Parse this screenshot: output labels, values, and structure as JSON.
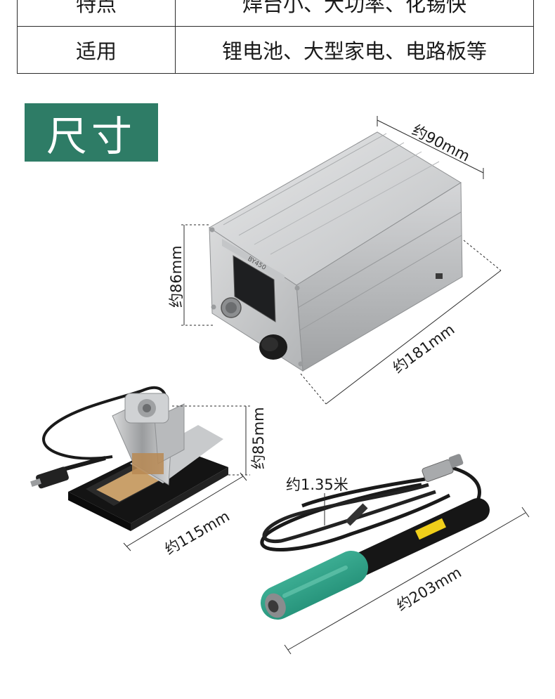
{
  "spec_table": {
    "rows": [
      {
        "key": "特点",
        "value": "焊台小、大功率、化锡快"
      },
      {
        "key": "适用",
        "value": "锂电池、大型家电、电路板等"
      }
    ]
  },
  "section_title": "尺寸",
  "colors": {
    "badge": "#2e7c66",
    "grip": "#2fa088",
    "aluminium": "#c9cbcd",
    "line": "#2b2b2b"
  },
  "station": {
    "brand_text": "BY450",
    "dimensions": {
      "depth": "约90mm",
      "height": "约86mm",
      "length": "约181mm"
    }
  },
  "holder": {
    "dimensions": {
      "height": "约85mm",
      "length": "约115mm"
    }
  },
  "handle": {
    "dimensions": {
      "cable": "约1.35米",
      "length": "约203mm"
    }
  }
}
